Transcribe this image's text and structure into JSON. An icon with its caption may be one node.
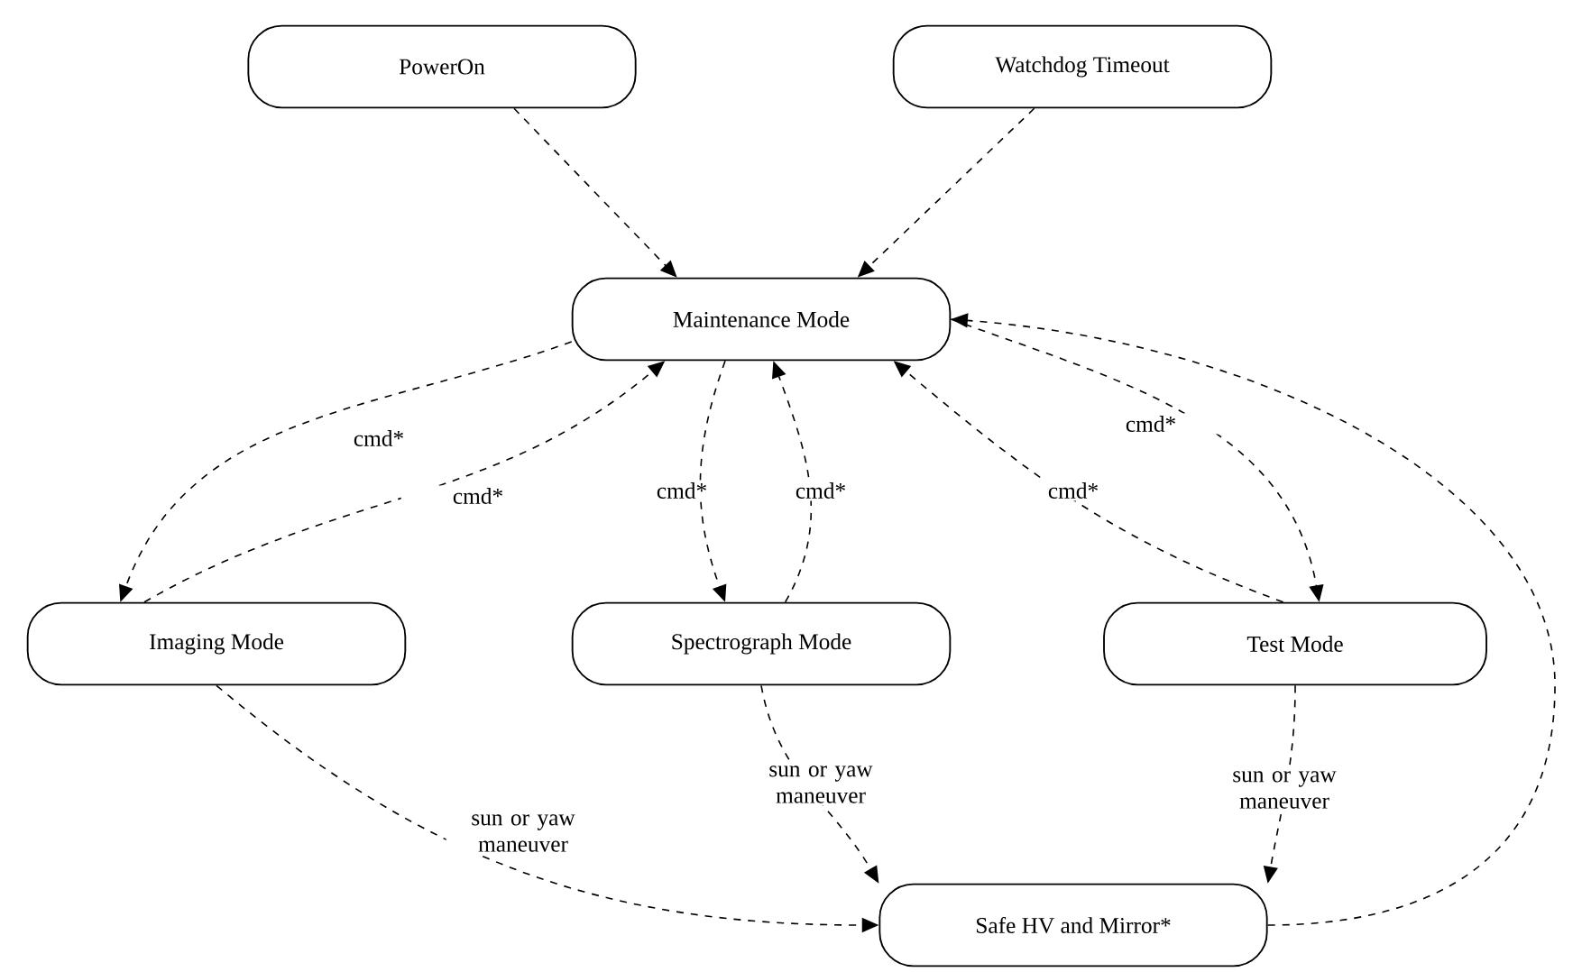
{
  "diagram": {
    "nodes": [
      {
        "text": [
          "PowerOn"
        ]
      },
      {
        "text": [
          "Watchdog Timeout"
        ]
      },
      {
        "text": [
          "Maintenance Mode"
        ]
      },
      {
        "text": [
          "Imaging Mode"
        ]
      },
      {
        "text": [
          "Spectrograph Mode"
        ]
      },
      {
        "text": [
          "Test Mode"
        ]
      },
      {
        "text": [
          "Safe HV and Mirror*"
        ]
      }
    ],
    "edges": [
      {
        "from": 0,
        "to": 2,
        "arrow": "to",
        "style": "dashed"
      },
      {
        "from": 1,
        "to": 2,
        "arrow": "to",
        "style": "dashed"
      },
      {
        "from": 2,
        "to": 3,
        "arrow": "to",
        "style": "dashed",
        "label": "cmd*"
      },
      {
        "from": 3,
        "to": 2,
        "arrow": "to",
        "style": "dashed",
        "label": "cmd*"
      },
      {
        "from": 2,
        "to": 4,
        "arrow": "to",
        "style": "dashed",
        "label": "cmd*"
      },
      {
        "from": 4,
        "to": 2,
        "arrow": "to",
        "style": "dashed",
        "label": "cmd*"
      },
      {
        "from": 2,
        "to": 5,
        "arrow": "to",
        "style": "dashed",
        "label": "cmd*"
      },
      {
        "from": 5,
        "to": 2,
        "arrow": "to",
        "style": "dashed",
        "label": "cmd*"
      },
      {
        "from": 3,
        "to": 6,
        "arrow": "to",
        "style": "dashed",
        "label": "sun or yaw maneuver"
      },
      {
        "from": 4,
        "to": 6,
        "arrow": "to",
        "style": "dashed",
        "label": "sun or yaw maneuver"
      },
      {
        "from": 5,
        "to": 6,
        "arrow": "to",
        "style": "dashed",
        "label": "sun or yaw maneuver"
      },
      {
        "from": 6,
        "to": 2,
        "arrow": "to",
        "style": "dashed"
      }
    ]
  }
}
